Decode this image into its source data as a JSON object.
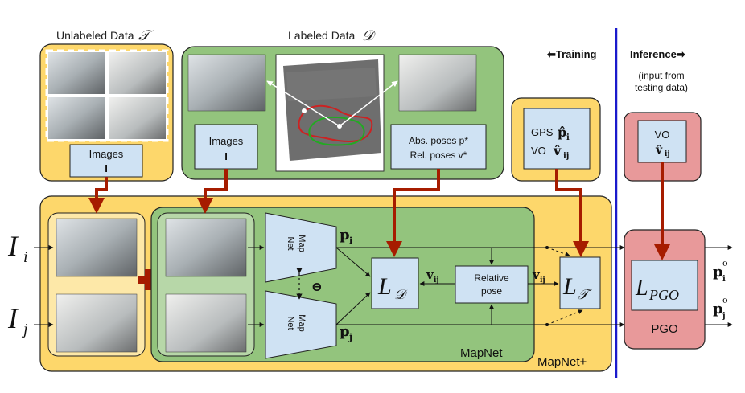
{
  "unlabeled": {
    "title": "Unlabeled Data",
    "title_symbol": "𝒯",
    "box_label_1": "Images",
    "box_label_2": "I"
  },
  "labeled": {
    "title": "Labeled Data",
    "title_symbol": "𝒟",
    "images_label_1": "Images",
    "images_label_2": "I",
    "poses_label_1": "Abs. poses p*",
    "poses_label_2": "Rel. poses v*"
  },
  "training": {
    "header": "⬅Training",
    "gps_label": "GPS",
    "gps_symbol": "p̂",
    "gps_sub": "i",
    "vo_label": "VO",
    "vo_symbol": "v̂",
    "vo_sub": "ij"
  },
  "inference": {
    "header": "Inference➡",
    "note_1": "(input from",
    "note_2": "testing data)",
    "vo_label": "VO",
    "vo_symbol": "v̂",
    "vo_sub": "ij"
  },
  "inputs": {
    "Ii": "I",
    "Ii_sub": "i",
    "Ij": "I",
    "Ij_sub": "j"
  },
  "mapnet": {
    "net_label_1": "Map",
    "net_label_2": "Net",
    "theta": "Θ",
    "pi": "p",
    "pi_sub": "i",
    "pj": "p",
    "pj_sub": "j",
    "loss_d": "L",
    "loss_d_sub": "𝒟",
    "vij": "v",
    "vij_sub": "ij",
    "relative_pose_1": "Relative",
    "relative_pose_2": "pose",
    "label": "MapNet",
    "plus_label": "MapNet+",
    "loss_t": "L",
    "loss_t_sub": "𝒯"
  },
  "pgo": {
    "loss": "L",
    "loss_sub": "PGO",
    "label": "PGO",
    "out_i": "p",
    "out_i_sub": "i",
    "out_i_sup": "o",
    "out_j": "p",
    "out_j_sub": "j",
    "out_j_sup": "o"
  },
  "colors": {
    "yellow_bg": "#fdd76b",
    "yellow_light": "#fde8a8",
    "green": "#93c47d",
    "green_light": "#b7d7a8",
    "blue_box": "#cfe2f3",
    "red_box": "#e8999a",
    "arrow_red": "#a61c00",
    "divider": "#1a1acc"
  }
}
